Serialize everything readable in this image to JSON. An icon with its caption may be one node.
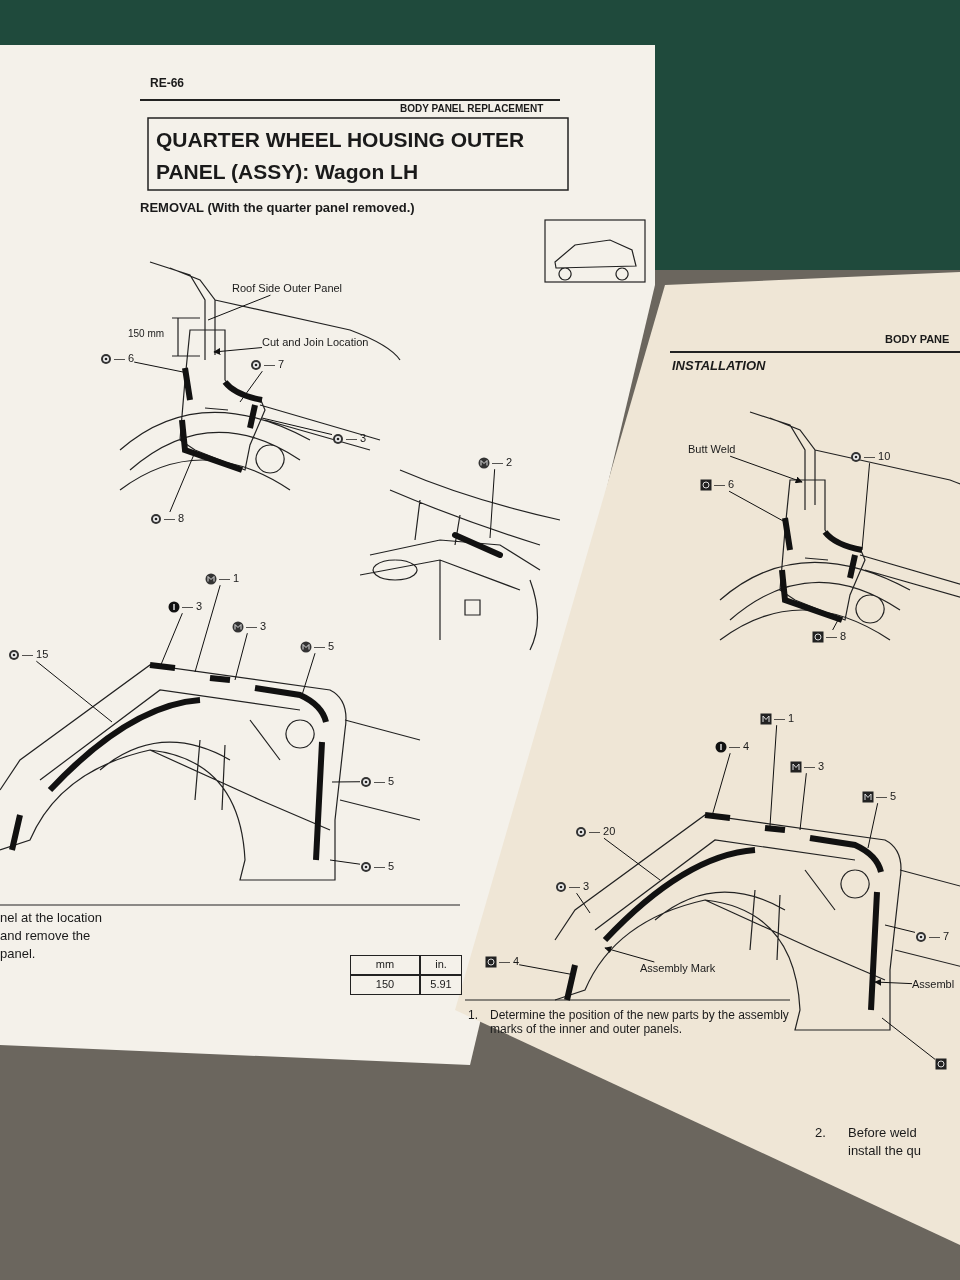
{
  "diagram": {
    "title": "QUARTER WHEEL HOUSING OUTER PANEL (ASSY): Wagon LH",
    "nodes": [
      {
        "text": [
          "Roof Side Outer Panel"
        ]
      },
      {
        "text": [
          "Cut and Join Location"
        ]
      },
      {
        "text": [
          "— 6"
        ]
      },
      {
        "text": [
          "— 7"
        ]
      },
      {
        "text": [
          "— 3"
        ]
      },
      {
        "text": [
          "— 8"
        ]
      },
      {
        "text": [
          "— 2"
        ]
      },
      {
        "text": [
          "— 1"
        ]
      },
      {
        "text": [
          "— 3"
        ]
      },
      {
        "text": [
          "— 3"
        ]
      },
      {
        "text": [
          "— 5"
        ]
      },
      {
        "text": [
          "— 15"
        ]
      },
      {
        "text": [
          "— 5"
        ]
      },
      {
        "text": [
          "— 5"
        ]
      },
      {
        "text": [
          "Butt Weld"
        ]
      },
      {
        "text": [
          "— 6"
        ]
      },
      {
        "text": [
          "— 10"
        ]
      },
      {
        "text": [
          "— 8"
        ]
      },
      {
        "text": [
          "— 1"
        ]
      },
      {
        "text": [
          "— 4"
        ]
      },
      {
        "text": [
          "— 3"
        ]
      },
      {
        "text": [
          "— 5"
        ]
      },
      {
        "text": [
          "— 20"
        ]
      },
      {
        "text": [
          "— 3"
        ]
      },
      {
        "text": [
          "— 4"
        ]
      },
      {
        "text": [
          "— 7"
        ]
      },
      {
        "text": [
          "Assembly Mark"
        ]
      },
      {
        "text": [
          "Assembl"
        ]
      },
      {
        "text": [],
        "shape": "box"
      }
    ],
    "edges": [
      {
        "from": 0,
        "to": null,
        "arrow": "none"
      },
      {
        "from": 1,
        "to": null,
        "arrow": "to"
      },
      {
        "from": 2,
        "to": null,
        "arrow": "none"
      },
      {
        "from": 3,
        "to": null,
        "arrow": "none"
      },
      {
        "from": 4,
        "to": null,
        "arrow": "none"
      },
      {
        "from": 5,
        "to": null,
        "arrow": "none"
      },
      {
        "from": 6,
        "to": null,
        "arrow": "none"
      },
      {
        "from": 7,
        "to": null,
        "arrow": "none"
      },
      {
        "from": 8,
        "to": null,
        "arrow": "none"
      },
      {
        "from": 9,
        "to": null,
        "arrow": "none"
      },
      {
        "from": 10,
        "to": null,
        "arrow": "none"
      },
      {
        "from": 11,
        "to": null,
        "arrow": "none"
      },
      {
        "from": 12,
        "to": null,
        "arrow": "none"
      },
      {
        "from": 13,
        "to": null,
        "arrow": "none"
      },
      {
        "from": 14,
        "to": null,
        "arrow": "to"
      },
      {
        "from": 15,
        "to": null,
        "arrow": "none"
      },
      {
        "from": 16,
        "to": null,
        "arrow": "none"
      },
      {
        "from": 17,
        "to": null,
        "arrow": "none"
      },
      {
        "from": 18,
        "to": null,
        "arrow": "none"
      },
      {
        "from": 19,
        "to": null,
        "arrow": "none"
      },
      {
        "from": 20,
        "to": null,
        "arrow": "none"
      },
      {
        "from": 21,
        "to": null,
        "arrow": "none"
      },
      {
        "from": 22,
        "to": null,
        "arrow": "none"
      },
      {
        "from": 23,
        "to": null,
        "arrow": "none"
      },
      {
        "from": 24,
        "to": null,
        "arrow": "none"
      },
      {
        "from": 25,
        "to": null,
        "arrow": "none"
      },
      {
        "from": 26,
        "to": null,
        "arrow": "to"
      },
      {
        "from": 27,
        "to": null,
        "arrow": "to"
      },
      {
        "from": 28,
        "to": null,
        "arrow": "none"
      }
    ],
    "labels": [
      "RE-66",
      "BODY PANEL REPLACEMENT",
      "REMOVAL (With the quarter panel removed.)",
      "150 mm",
      "nel at the location",
      "and remove the",
      "panel.",
      "mm",
      "in.",
      "150",
      "5.91",
      "BODY PANE",
      "INSTALLATION",
      "1.",
      "Determine the position of the new parts by the assembly marks of the inner and outer panels.",
      "2.",
      "Before weld",
      "install the qu"
    ]
  }
}
